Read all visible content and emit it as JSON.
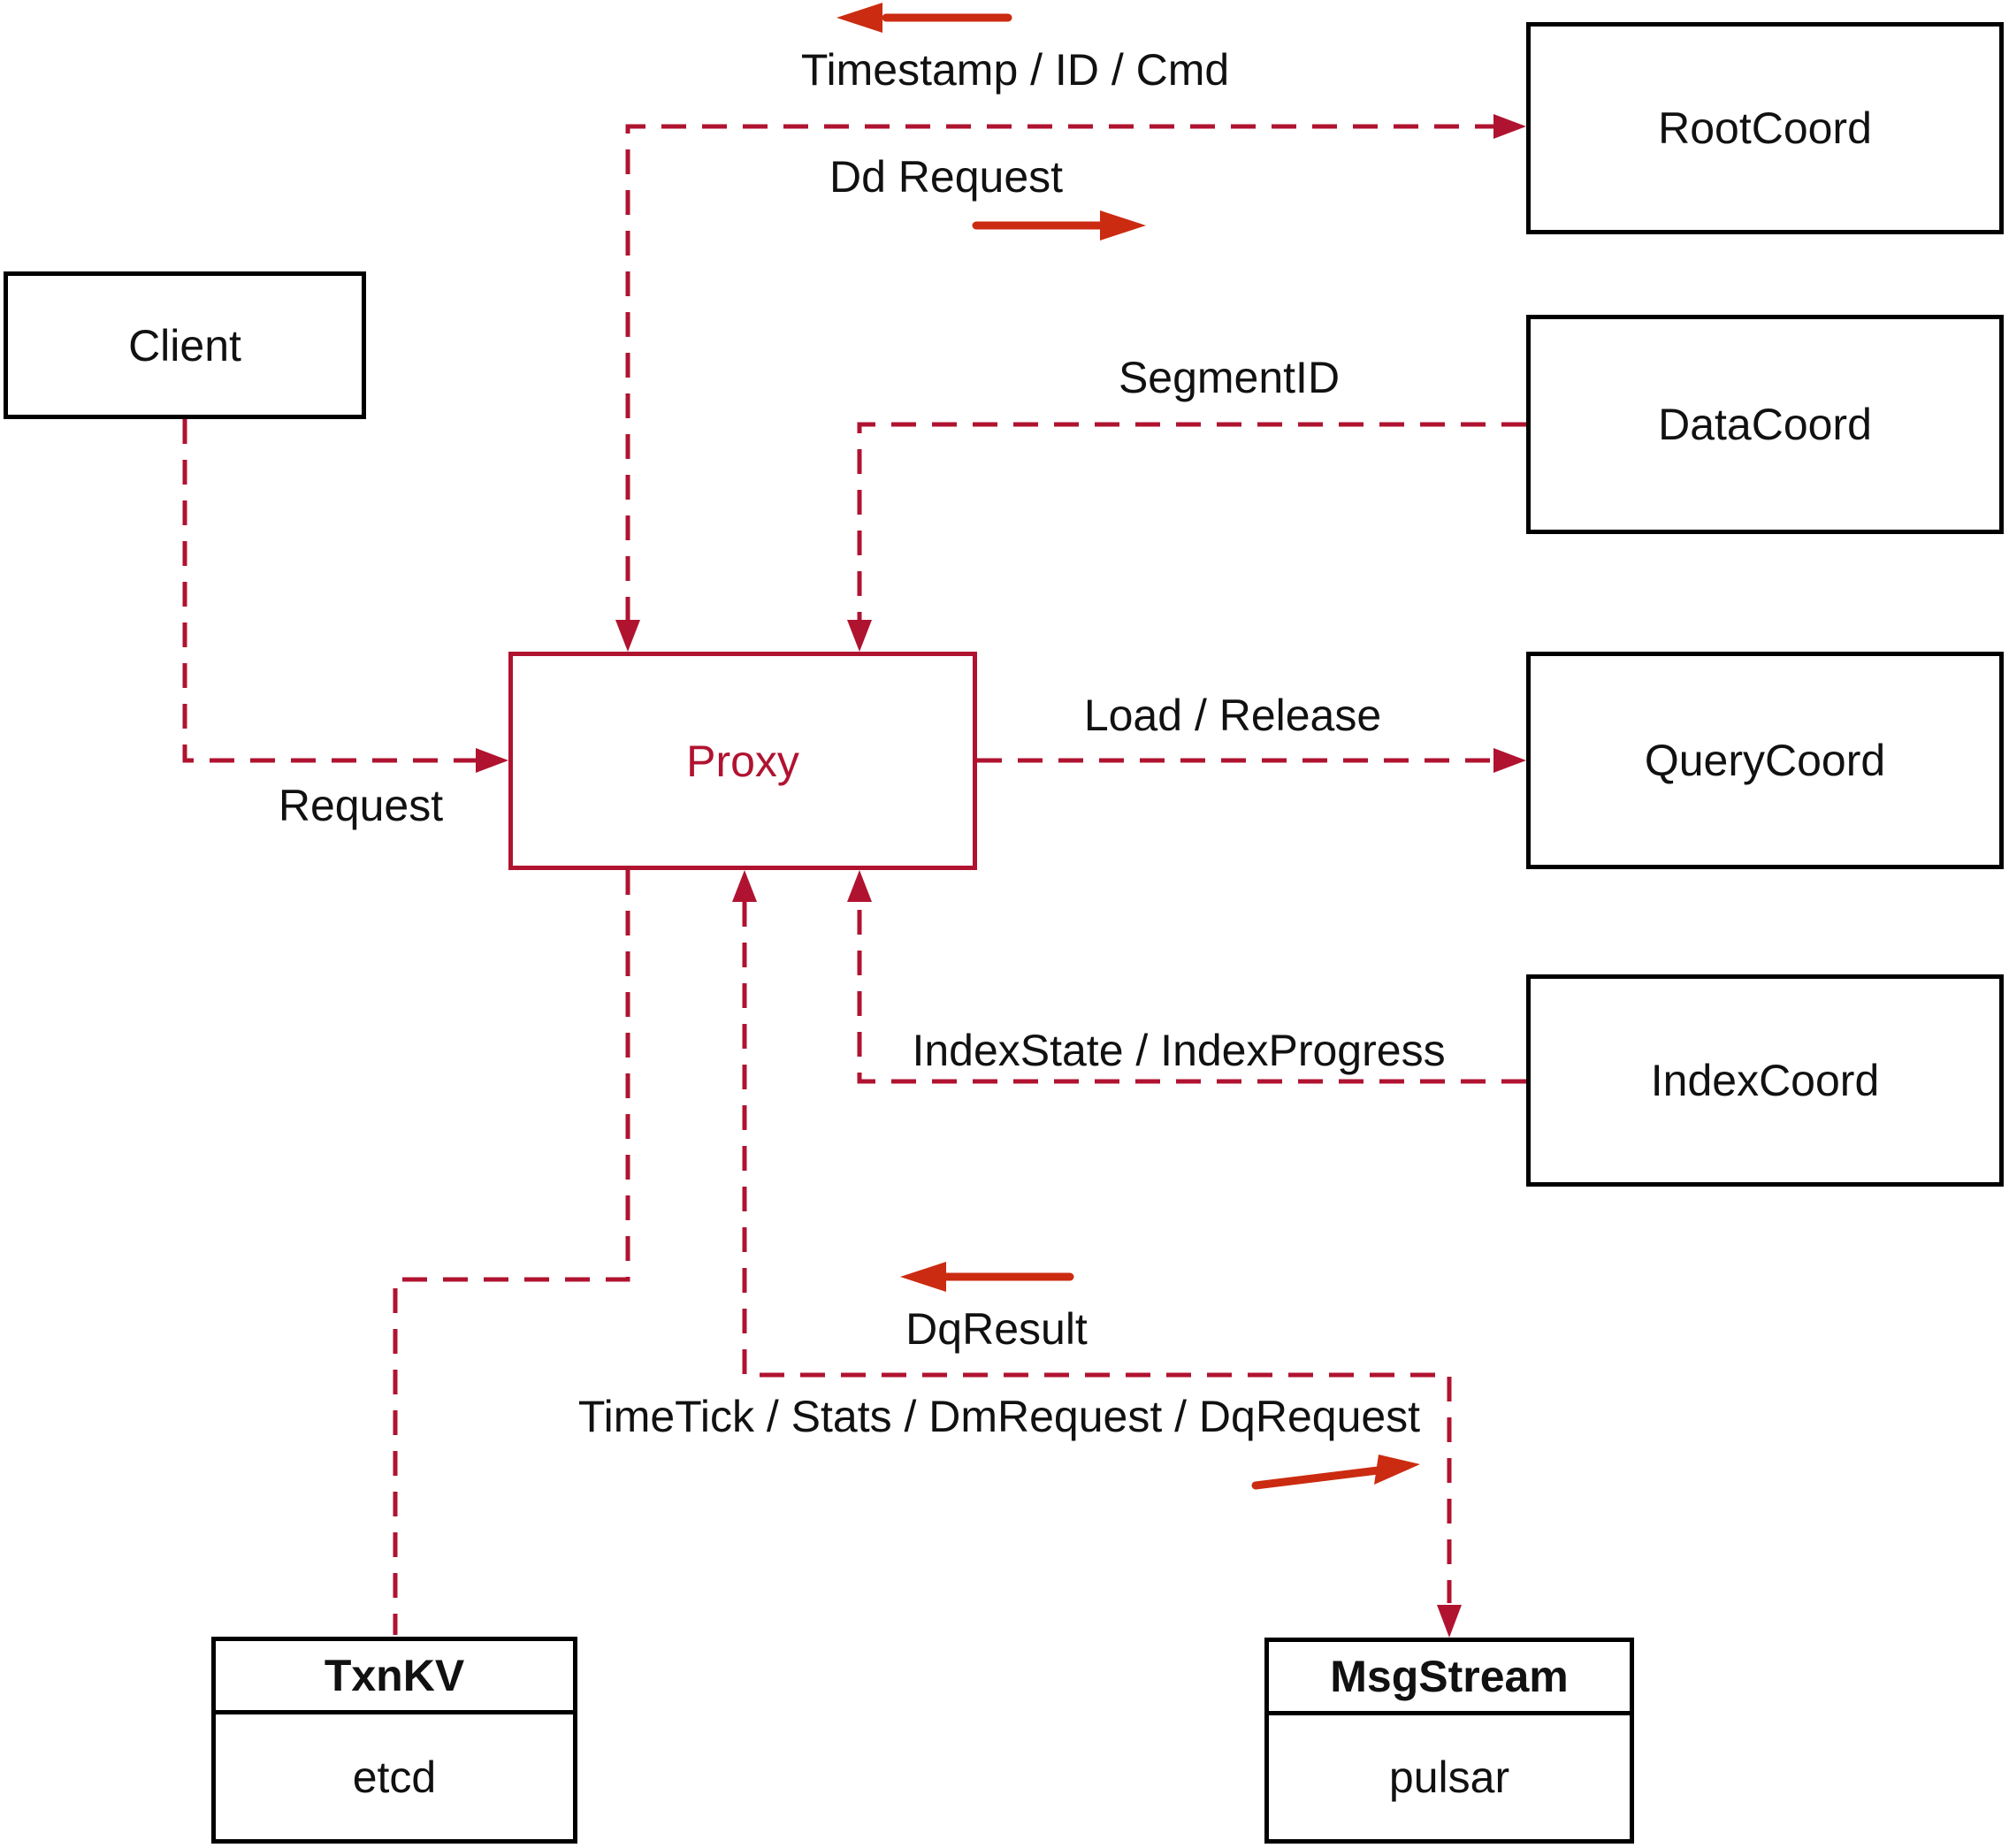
{
  "nodes": {
    "client": {
      "label": "Client"
    },
    "proxy": {
      "label": "Proxy"
    },
    "root_coord": {
      "label": "RootCoord"
    },
    "data_coord": {
      "label": "DataCoord"
    },
    "query_coord": {
      "label": "QueryCoord"
    },
    "index_coord": {
      "label": "IndexCoord"
    },
    "txn_kv": {
      "label": "TxnKV",
      "backend": "etcd"
    },
    "msg_stream": {
      "label": "MsgStream",
      "backend": "pulsar"
    }
  },
  "edges": {
    "request": {
      "label": "Request"
    },
    "timestamp_id_cmd": {
      "label": "Timestamp / ID / Cmd"
    },
    "dd_request": {
      "label": "Dd Request"
    },
    "segment_id": {
      "label": "SegmentID"
    },
    "load_release": {
      "label": "Load / Release"
    },
    "index_state_progress": {
      "label": "IndexState / IndexProgress"
    },
    "dq_result": {
      "label": "DqResult"
    },
    "timetick_stats": {
      "label": "TimeTick / Stats / DmRequest / DqRequest"
    }
  },
  "colors": {
    "wire": "#b01330",
    "solid_arrow": "#cb2b10",
    "node_border": "#000000",
    "proxy_accent": "#b01330",
    "text": "#111111",
    "background": "#ffffff"
  }
}
